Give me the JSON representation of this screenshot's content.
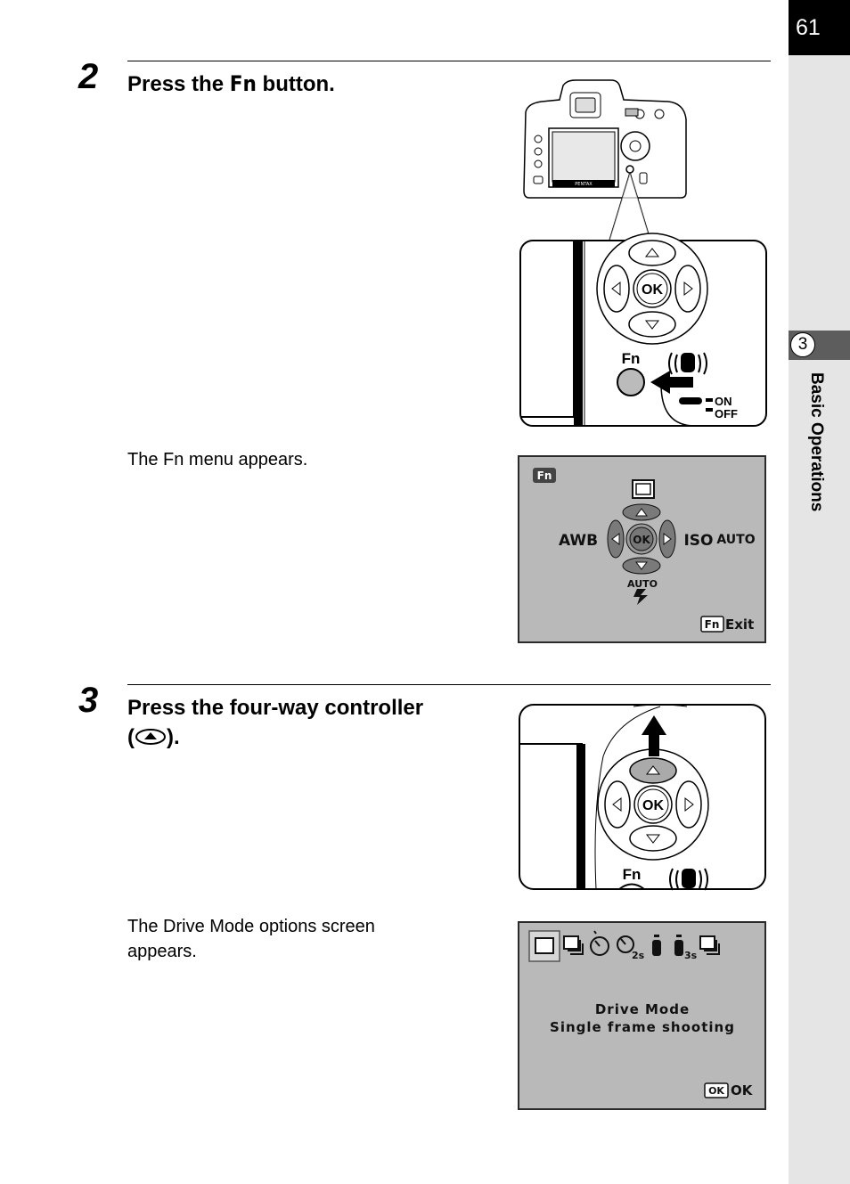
{
  "page_number": "61",
  "chapter": {
    "number": "3",
    "title": "Basic Operations"
  },
  "step2": {
    "number": "2",
    "title_prefix": "Press the ",
    "title_key": "Fn",
    "title_suffix": " button.",
    "result_text": "The Fn menu appears."
  },
  "step3": {
    "number": "3",
    "title_line1": "Press the four-way controller",
    "title_open": "(",
    "title_close": ").",
    "result_line1": "The Drive Mode options screen",
    "result_line2": "appears."
  },
  "camera_illustration": {
    "fn_label": "Fn",
    "ok_label": "OK",
    "on_label": "ON",
    "off_label": "OFF",
    "brand": "PENTAX"
  },
  "fn_menu_screen": {
    "fn_badge": "Fn",
    "left_label": "AWB",
    "right_iso": "ISO",
    "right_auto": "AUTO",
    "ok_label": "OK",
    "down_label": "AUTO",
    "exit_key": "Fn",
    "exit_label": "Exit"
  },
  "controller_closeup": {
    "ok_label": "OK",
    "fn_label": "Fn"
  },
  "drive_mode_screen": {
    "self_timer_2s": "2s",
    "remote_3s": "3s",
    "title": "Drive Mode",
    "subtitle": "Single frame shooting",
    "ok_key": "OK",
    "ok_label": "OK"
  }
}
